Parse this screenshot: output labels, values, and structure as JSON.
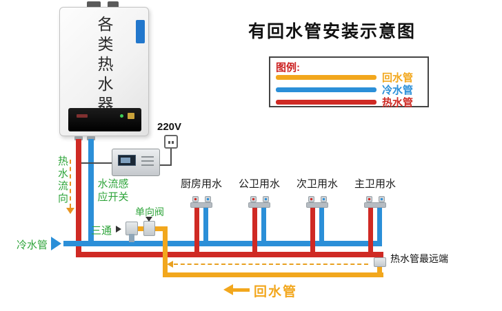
{
  "title": "有回水管安装示意图",
  "legend": {
    "heading": "图例:",
    "items": [
      {
        "label": "回水管",
        "color": "#f2a71d"
      },
      {
        "label": "冷水管",
        "color": "#2b8fd8"
      },
      {
        "label": "热水管",
        "color": "#cf2a24"
      }
    ]
  },
  "heater": {
    "label": "各类热水器"
  },
  "power": {
    "label": "220V"
  },
  "flow_switch": {
    "line1": "水流感",
    "line2": "应开关"
  },
  "hot_flow": {
    "label": "热水流向"
  },
  "cold_pipe": {
    "label": "冷水管"
  },
  "tee": {
    "label": "三通"
  },
  "check_valve": {
    "label": "单向阀"
  },
  "fixtures": [
    "厨房用水",
    "公卫用水",
    "次卫用水",
    "主卫用水"
  ],
  "far_end": {
    "label": "热水管最远端"
  },
  "return_pipe": {
    "label": "回水管"
  },
  "colors": {
    "hot": "#cf2a24",
    "cold": "#2b8fd8",
    "return": "#f2a71d",
    "annotation_green": "#2ea43a"
  }
}
